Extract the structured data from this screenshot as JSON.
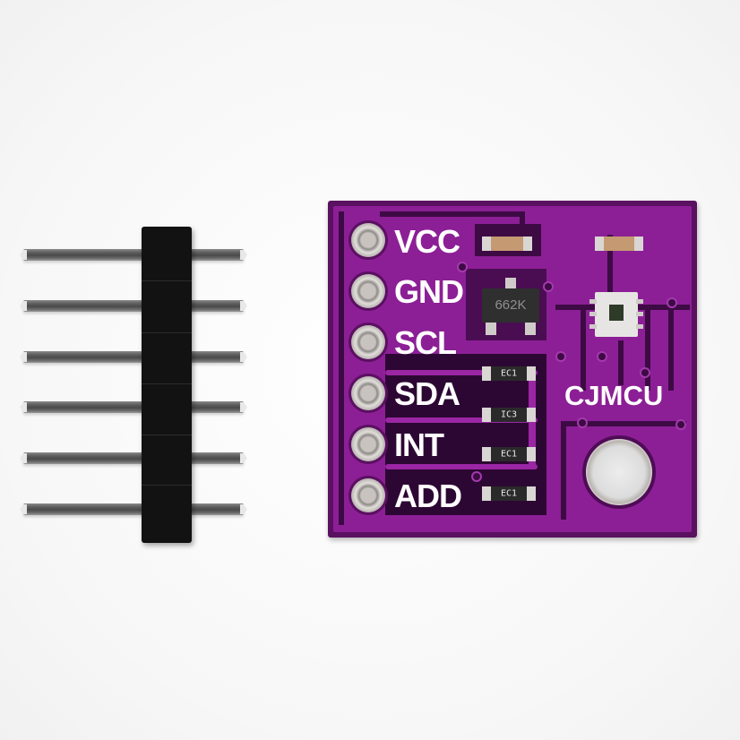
{
  "scene": {
    "description": "Product photo of a purple CJMCU sensor breakout board next to a 6-pin male header strip on white background",
    "background_color": "#fcfcfc"
  },
  "pin_header": {
    "pin_count": 6,
    "housing_color": "#121212",
    "pin_color": "#5d5d5d"
  },
  "pcb": {
    "color": "#8c1f96",
    "brand_label": "CJMCU",
    "pins": [
      {
        "label": "VCC"
      },
      {
        "label": "GND"
      },
      {
        "label": "SCL"
      },
      {
        "label": "SDA"
      },
      {
        "label": "INT"
      },
      {
        "label": "ADD"
      }
    ],
    "regulator_marking": "662K",
    "resistor_markings": [
      "EC1",
      "IC3",
      "EC1",
      "EC1"
    ]
  }
}
